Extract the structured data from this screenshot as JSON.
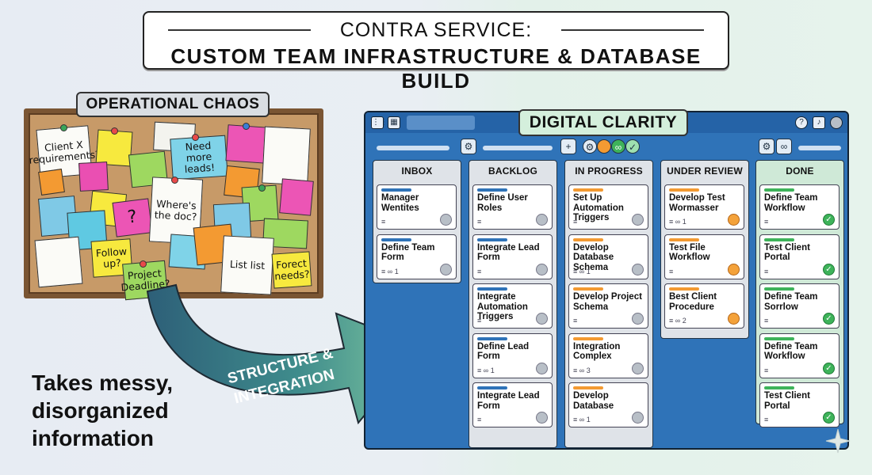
{
  "title": {
    "top": "CONTRA SERVICE:",
    "main": "CUSTOM TEAM INFRASTRUCTURE & DATABASE BUILD"
  },
  "left": {
    "label": "OPERATIONAL CHAOS",
    "notes": [
      "Client X requirements?",
      "Need more leads!",
      "Where's the doc?",
      "?",
      "Follow up?",
      "Project Deadline?",
      "List list",
      "Forect needs?"
    ],
    "tagline": [
      "Takes messy,",
      "disorganized",
      "information"
    ]
  },
  "arrow": {
    "line1": "STRUCTURE &",
    "line2": "INTEGRATION"
  },
  "board": {
    "label": "DIGITAL CLARITY",
    "colors": {
      "blue": "#2f73b8",
      "orange": "#f39a32",
      "green": "#3eb35a",
      "gray": "#b8bfc7"
    },
    "columns": [
      {
        "name": "INBOX",
        "cards": [
          {
            "title": "Manager Wentites",
            "meta": "",
            "bar": "blue",
            "avatar": "gray"
          },
          {
            "title": "Define Team Form",
            "meta": "1",
            "bar": "blue",
            "avatar": "gray"
          }
        ]
      },
      {
        "name": "BACKLOG",
        "cards": [
          {
            "title": "Define User Roles",
            "meta": "",
            "bar": "blue",
            "avatar": "gray"
          },
          {
            "title": "Integrate Lead Form",
            "meta": "",
            "bar": "blue",
            "avatar": "gray"
          },
          {
            "title": "Integrate Automation Triggers",
            "meta": "",
            "bar": "blue",
            "avatar": "gray"
          },
          {
            "title": "Define Lead Form",
            "meta": "1",
            "bar": "blue",
            "avatar": "gray"
          },
          {
            "title": "Integrate Lead Form",
            "meta": "",
            "bar": "blue",
            "avatar": "gray"
          }
        ]
      },
      {
        "name": "IN PROGRESS",
        "cards": [
          {
            "title": "Set Up Automation Triggers",
            "meta": "",
            "bar": "orange",
            "avatar": "gray"
          },
          {
            "title": "Develop Database Schema",
            "meta": "1",
            "bar": "orange",
            "avatar": "gray"
          },
          {
            "title": "Develop Project Schema",
            "meta": "",
            "bar": "orange",
            "avatar": "gray"
          },
          {
            "title": "Integration Complex",
            "meta": "3",
            "bar": "orange",
            "avatar": "gray"
          },
          {
            "title": "Develop Database",
            "meta": "1",
            "bar": "orange",
            "avatar": "gray"
          }
        ]
      },
      {
        "name": "UNDER REVIEW",
        "cards": [
          {
            "title": "Develop Test Wormasser",
            "meta": "1",
            "bar": "orange",
            "avatar": "orange"
          },
          {
            "title": "Test File Workflow",
            "meta": "",
            "bar": "orange",
            "avatar": "orange"
          },
          {
            "title": "Best Client Procedure",
            "meta": "2",
            "bar": "orange",
            "avatar": "orange"
          }
        ]
      },
      {
        "name": "DONE",
        "cards": [
          {
            "title": "Define Team Workflow",
            "meta": "",
            "bar": "green",
            "avatar": "green"
          },
          {
            "title": "Test Client Portal",
            "meta": "",
            "bar": "green",
            "avatar": "green"
          },
          {
            "title": "Define Team Sorrlow",
            "meta": "",
            "bar": "green",
            "avatar": "green"
          },
          {
            "title": "Define Team Workflow",
            "meta": "",
            "bar": "green",
            "avatar": "green"
          },
          {
            "title": "Test Client Portal",
            "meta": "",
            "bar": "green",
            "avatar": "green"
          }
        ]
      }
    ]
  }
}
